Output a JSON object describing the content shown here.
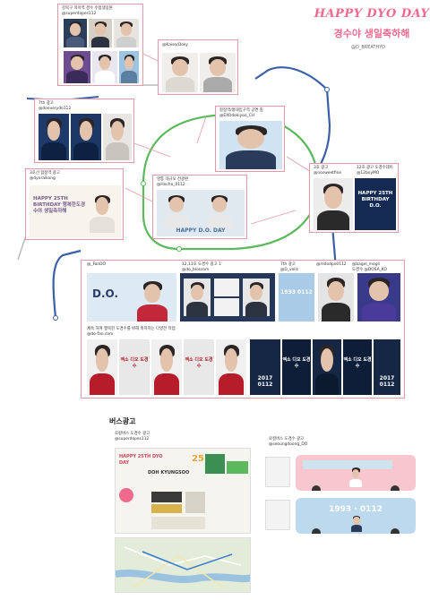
{
  "header": {
    "title": "HAPPY DYO DAY",
    "subtitle": "경수야 생일축하해",
    "credit": "@D_BREATHYO"
  },
  "colors": {
    "accent_pink": "#f06a8e",
    "line_green": "#5cb85c",
    "line_blue": "#3a5fa8",
    "card_border": "#e39aa6"
  },
  "cards": {
    "c1": {
      "label1": "강북구 미아역 경수 수험생응원",
      "label2": "@superdopes112"
    },
    "c2": {
      "label1": "@KaiserDoky"
    },
    "c3": {
      "label1": "7th 광고",
      "label2": "@doeverydo112"
    },
    "c4": {
      "label1": "합정역/홍대입구역 공연 중",
      "label2": "@EXOdokiyoo_CH"
    },
    "c5": {
      "label1": "3호선 합정역 광고",
      "label2": "@dyoraikong",
      "photo_text": "HAPPY 25TH BIRTHDAY 행복한도경수야 생일축하해"
    },
    "c6": {
      "label1": "영통 대규모 전광판",
      "label2": "@Hocho_0112",
      "photo_text": "HAPPY D.O. DAY"
    },
    "c7": {
      "label1": "3호 광고",
      "label2": "@nosweetfine",
      "label3": "12호 광고 도경수데이",
      "label4": "@12boyMO",
      "photo_text": "HAPPY 25TH BIRTHDAY D.O."
    },
    "c8": {
      "labels": [
        "@_FanDO",
        "12,13호 도경수 광고 1",
        "@do_blossom",
        "7th 광고",
        "@D_vells",
        "@mdodpo0112",
        "@bagel_mogli",
        "도경수 @DOSA_KO"
      ],
      "photo_texts": [
        "D.O.",
        "1993 0112",
        "",
        ""
      ],
      "sub_label": "계속 하여 행복한 도경수를 위해 축하하는 다양한 작업",
      "sub_label2": "@do-fan.com",
      "row_texts": [
        "엑소 디오 도경수",
        "엑소 디오 도경수",
        "2017 0112",
        "엑소 디오 도경수",
        "엑소 디오 도경수",
        "2017 0112"
      ]
    }
  },
  "bus": {
    "title": "버스광고",
    "left_label1": "로컬버스 도경수 광고",
    "left_label2": "@superdopes112",
    "left_photo_title": "HAPPY 25TH DYO DAY",
    "left_name": "DOH KYUNGSOO",
    "left_num": "25",
    "right_label1": "로컬버스 도경수 광고",
    "right_label2": "@seoungdoong_DO",
    "bus_text": "1993 · 0112"
  }
}
